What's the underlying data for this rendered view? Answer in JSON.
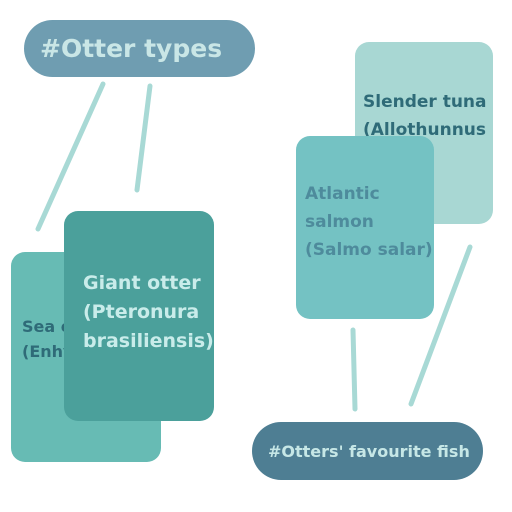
{
  "colors": {
    "connector": "#a8d9d5"
  },
  "otter_types": {
    "title": "#Otter types",
    "sea_otter": {
      "line1": "Sea o",
      "line2": "(Enhy"
    },
    "giant_otter": {
      "line1": "Giant otter",
      "line2": "(Pteronura",
      "line3": "brasiliensis)"
    }
  },
  "favourite_fish": {
    "title": "#Otters' favourite fish",
    "tuna": {
      "line1": "Slender tuna",
      "line2": "(Allothunnus"
    },
    "salmon": {
      "line1": "Atlantic",
      "line2": "salmon",
      "line3": "(Salmo salar)"
    }
  }
}
